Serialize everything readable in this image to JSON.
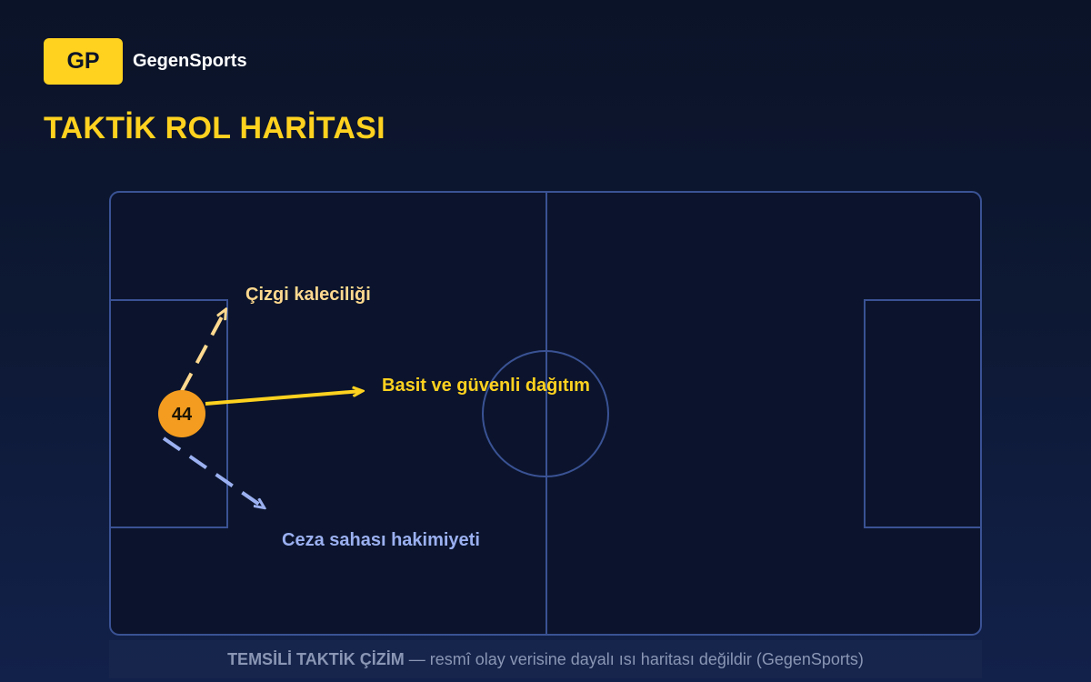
{
  "brand": {
    "logo_text": "GP",
    "name": "GegenSports"
  },
  "title": "TAKTİK ROL HARİTASI",
  "player": {
    "number": "44"
  },
  "roles": {
    "sweeper": "Çizgi kaleciliği",
    "distribution": "Basit ve güvenli dağıtım",
    "box": "Ceza sahası hakimiyeti"
  },
  "footer": {
    "bold": "TEMSİLİ TAKTİK ÇİZİM",
    "rest": " — resmî olay verisine dayalı ısı haritası değildir (GegenSports)"
  },
  "colors": {
    "accent_yellow": "#ffd21f",
    "player_orange": "#f39c1f",
    "sweeper_peach": "#ffd98f",
    "box_blue": "#9bb0f0",
    "pitch_line": "#3a5294"
  }
}
